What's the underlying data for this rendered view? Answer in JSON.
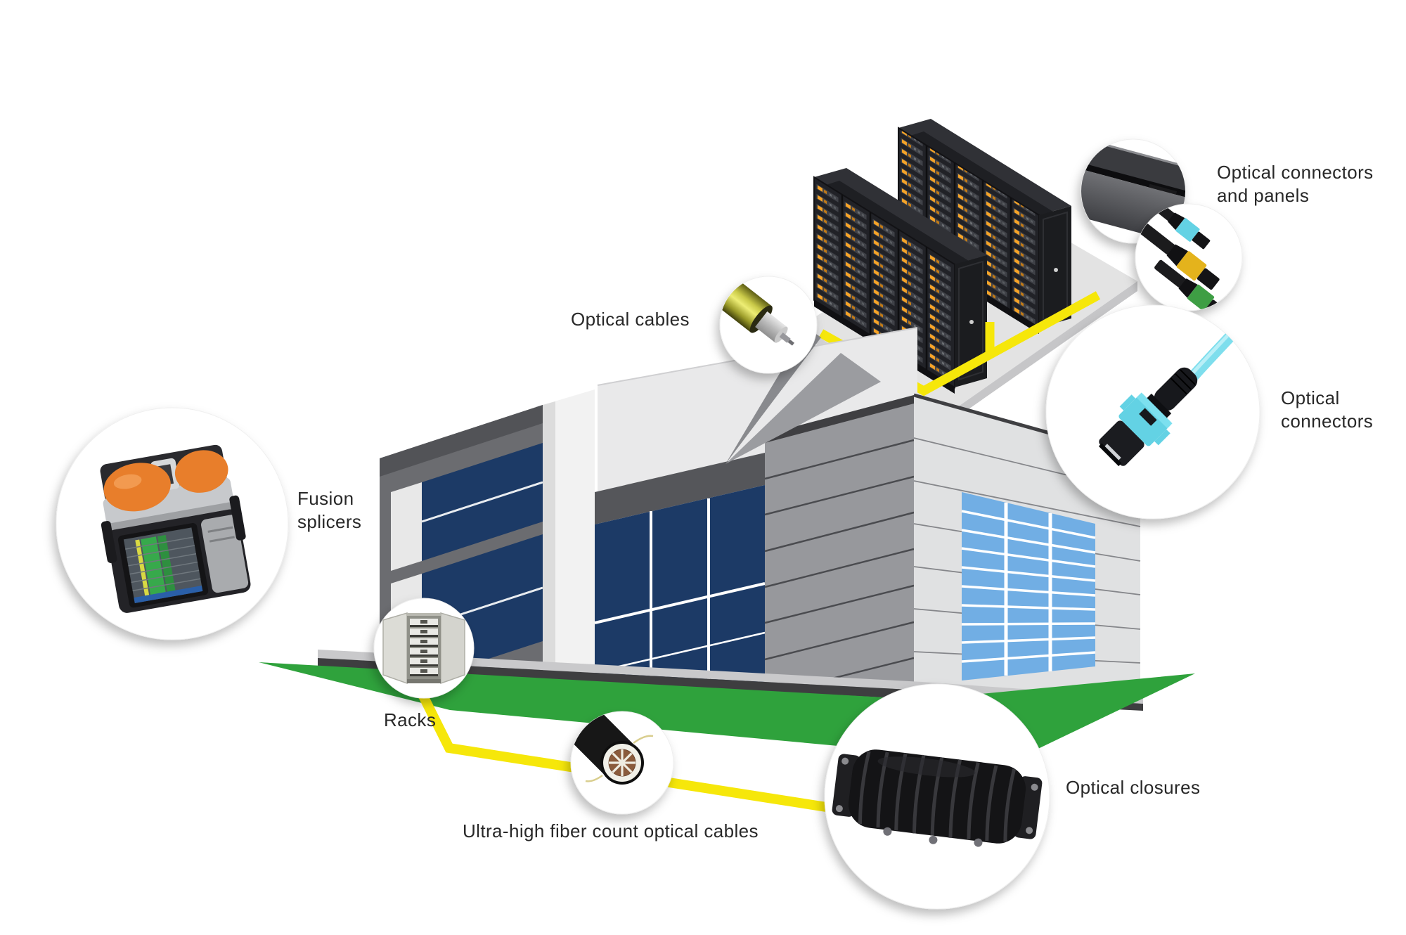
{
  "callouts": {
    "fusion_splicers": {
      "lines": [
        "Fusion",
        "splicers"
      ],
      "icon": "fusion-splicer-photo"
    },
    "racks": {
      "lines": [
        "Racks"
      ],
      "icon": "rack-cabinet-photo"
    },
    "ultra_high_fiber_count_optical_cables": {
      "lines": [
        "Ultra-high fiber count optical cables"
      ],
      "icon": "fiber-cable-cross-section-photo"
    },
    "optical_cables": {
      "lines": [
        "Optical cables"
      ],
      "icon": "yellow-optical-cable-photo"
    },
    "optical_connectors_and_panels": {
      "lines": [
        "Optical connectors",
        "and panels"
      ],
      "icon": "patch-panel-and-connectors-photo"
    },
    "optical_connectors": {
      "lines": [
        "Optical",
        "connectors"
      ],
      "icon": "mpo-connector-photo"
    },
    "optical_closures": {
      "lines": [
        "Optical closures"
      ],
      "icon": "splice-closure-photo"
    }
  },
  "colors": {
    "lawn_green": "#2FA23C",
    "cable_yellow": "#F6E70A",
    "window_navy": "#1C3A66",
    "glass_blue": "#71AEE4",
    "building_gray": "#6B6C70",
    "light_wall_gray": "#E0E1E2",
    "rack_led_orange": "#F7A427",
    "connector_cyan": "#63D2E4",
    "connector_yellow": "#E4B31C",
    "connector_green": "#3E9E44",
    "splicer_orange": "#E87E2B"
  }
}
